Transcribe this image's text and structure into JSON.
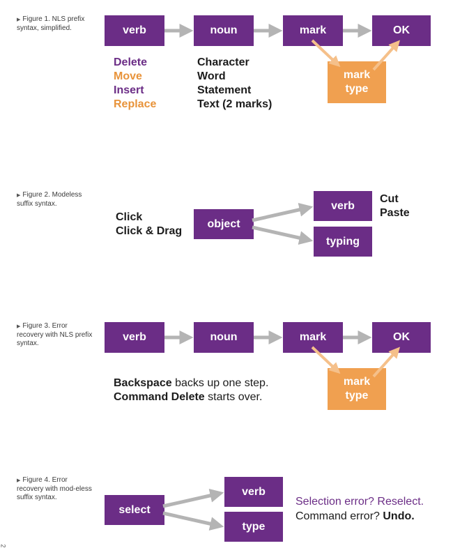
{
  "colors": {
    "purple": "#6b2d86",
    "orange": "#f0a050",
    "arrow_gray": "#b4b4b4",
    "arrow_orange": "#f5c08a",
    "text_orange": "#e8933a"
  },
  "figures": [
    {
      "caption": "Figure 1. NLS prefix syntax, simplified.",
      "boxes": {
        "verb": "verb",
        "noun": "noun",
        "mark": "mark",
        "ok": "OK",
        "mark_type": [
          "mark",
          "type"
        ]
      },
      "verbs": [
        "Delete",
        "Move",
        "Insert",
        "Replace"
      ],
      "nouns": [
        "Character",
        "Word",
        "Statement",
        "Text (2 marks)"
      ]
    },
    {
      "caption": "Figure 2. Modeless suffix syntax.",
      "actions": [
        "Click",
        "Click & Drag"
      ],
      "boxes": {
        "object": "object",
        "verb": "verb",
        "typing": "typing"
      },
      "verbs": [
        "Cut",
        "Paste"
      ]
    },
    {
      "caption": "Figure 3. Error recovery with NLS prefix syntax.",
      "boxes": {
        "verb": "verb",
        "noun": "noun",
        "mark": "mark",
        "ok": "OK",
        "mark_type": [
          "mark",
          "type"
        ]
      },
      "line1": {
        "key": "Backspace",
        "rest": " backs up one step."
      },
      "line2": {
        "key": "Command Delete",
        "rest": " starts over."
      }
    },
    {
      "caption": "Figure 4. Error recovery with mod-eless suffix syntax.",
      "boxes": {
        "select": "select",
        "verb": "verb",
        "type": "type"
      },
      "line1": "Selection error? Reselect.",
      "line2": {
        "lead": "Command error? ",
        "key": "Undo."
      }
    }
  ],
  "page_number": "2"
}
